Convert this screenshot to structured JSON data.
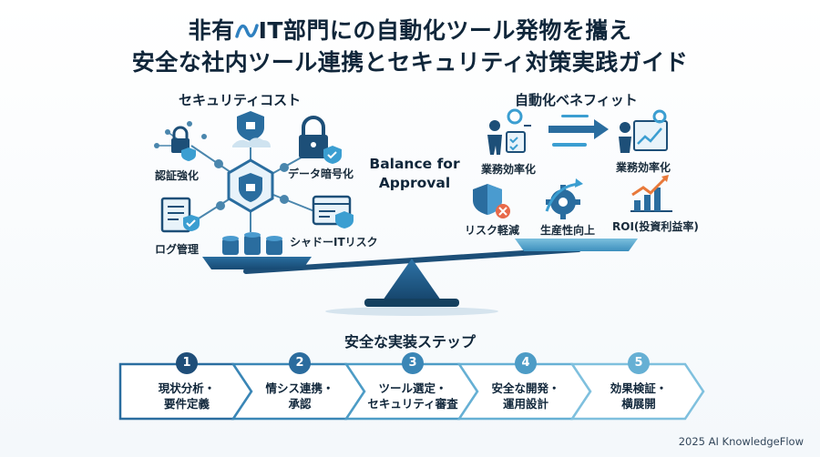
{
  "title": {
    "line1_pre": "非有",
    "line1_post": "IT部門にの自動化ツール発物を攜え",
    "line2": "安全な社内ツール連携とセキュリティ対策実践ガイド"
  },
  "left_panel": {
    "heading": "セキュリティコスト",
    "items": [
      {
        "label": "認証強化",
        "icon": "lock-network-icon"
      },
      {
        "label": "データ暗号化",
        "icon": "lock-shield-icon"
      },
      {
        "label": "ログ管理",
        "icon": "document-check-icon"
      },
      {
        "label": "シャドーITリスク",
        "icon": "browser-warning-icon"
      }
    ]
  },
  "center": {
    "line1": "Balance for",
    "line2": "Approval"
  },
  "right_panel": {
    "heading": "自動化ベネフィット",
    "items": [
      {
        "label": "業務効率化",
        "icon": "person-gear-icon"
      },
      {
        "label": "業務効率化",
        "icon": "growth-chart-icon"
      },
      {
        "label": "リスク軽減",
        "icon": "shield-x-icon"
      },
      {
        "label": "生産性向上",
        "icon": "gear-arrow-icon"
      },
      {
        "label": "ROI(投資利益率)",
        "icon": "roi-chart-icon"
      }
    ]
  },
  "steps": {
    "heading": "安全な実装ステップ",
    "items": [
      {
        "num": "1",
        "line1": "現状分析・",
        "line2": "要件定義",
        "color": "#1f4e79"
      },
      {
        "num": "2",
        "line1": "情シス連携・",
        "line2": "承認",
        "color": "#2b6c9e"
      },
      {
        "num": "3",
        "line1": "ツール選定・",
        "line2": "セキュリティ審査",
        "color": "#3a86b6"
      },
      {
        "num": "4",
        "line1": "安全な開発・",
        "line2": "運用設計",
        "color": "#4d9cc6"
      },
      {
        "num": "5",
        "line1": "効果検証・",
        "line2": "横展開",
        "color": "#66b0d4"
      }
    ]
  },
  "footer": "2025 AI KnowledgeFlow"
}
